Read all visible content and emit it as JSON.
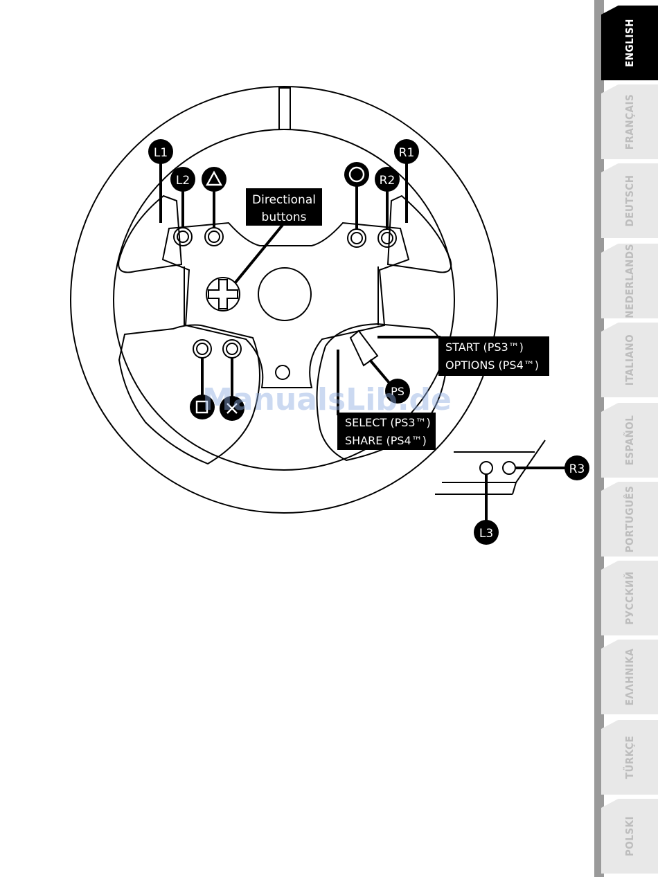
{
  "callouts": {
    "l1": "L1",
    "r1": "R1",
    "l2": "L2",
    "r2": "R2",
    "ps": "PS",
    "r3": "R3",
    "l3": "L3",
    "triangle_icon": "triangle-icon",
    "circle_icon": "circle-icon",
    "square_icon": "square-icon",
    "cross_icon": "cross-icon"
  },
  "labels": {
    "directional_line1": "Directional",
    "directional_line2": "buttons",
    "start_line1": "START (PS3™)",
    "start_line2": "OPTIONS (PS4™)",
    "select_line1": "SELECT (PS3™)",
    "select_line2": "SHARE (PS4™)"
  },
  "languages": [
    "ENGLISH",
    "FRANÇAIS",
    "DEUTSCH",
    "NEDERLANDS",
    "ITALIANO",
    "ESPAÑOL",
    "PORTUGUÊS",
    "РУССКИЙ",
    "ΕΛΛΗΝΙΚΑ",
    "TÜRKÇE",
    "POLSKI"
  ],
  "active_language": "ENGLISH",
  "watermark": "ManualsLib.de",
  "colors": {
    "ink": "#000000",
    "tab_inactive": "#e8e8e8",
    "tab_text_inactive": "#bdbdbd",
    "watermark": "#8caae1"
  }
}
